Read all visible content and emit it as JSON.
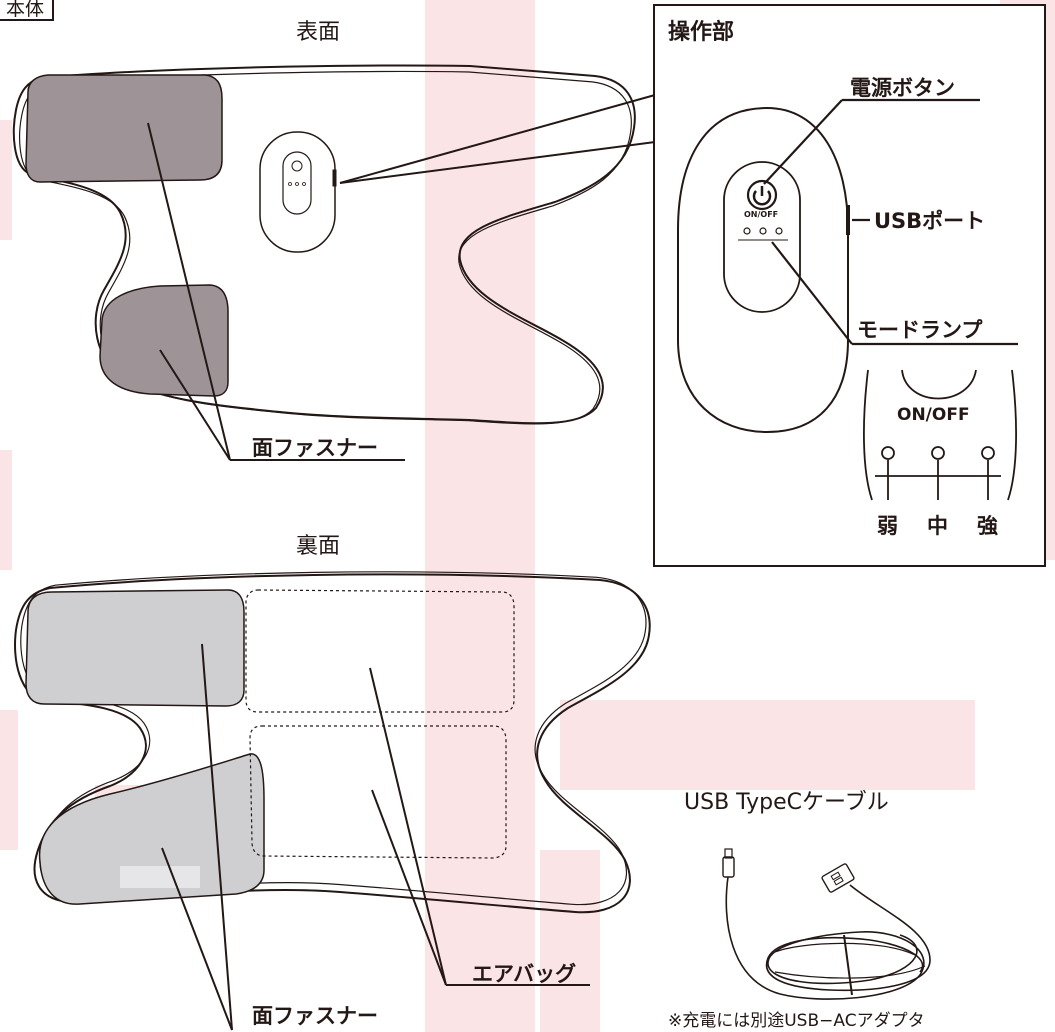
{
  "page": {
    "section_tag": "本体",
    "front_title": "表面",
    "back_title": "裏面"
  },
  "control_panel": {
    "title": "操作部",
    "power_button_label": "電源ボタン",
    "usb_port_label": "USBポート",
    "mode_lamp_label": "モードランプ",
    "onoff_text": "ON/OFF",
    "lamp_levels": [
      "弱",
      "中",
      "強"
    ]
  },
  "front": {
    "fastener_label": "面ファスナー"
  },
  "back": {
    "fastener_label": "面ファスナー",
    "airbag_label": "エアバッグ"
  },
  "cable": {
    "title": "USB TypeCケーブル",
    "note": "※充電には別途USB−ACアダプタ"
  },
  "colors": {
    "line": "#231815",
    "fastener_front": "#9e9497",
    "fastener_back": "#cfcfd1",
    "watermark": "#fbe4e6"
  }
}
